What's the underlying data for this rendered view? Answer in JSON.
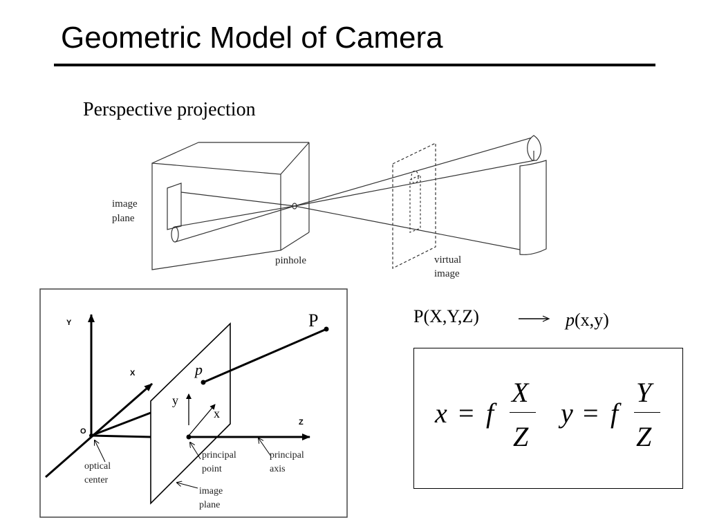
{
  "slide": {
    "title": "Geometric Model of Camera",
    "subtitle": "Perspective projection"
  },
  "top_diagram": {
    "labels": {
      "image_plane_line1": "image",
      "image_plane_line2": "plane",
      "pinhole": "pinhole",
      "virtual_image_line1": "virtual",
      "virtual_image_line2": "image"
    }
  },
  "bottom_diagram": {
    "labels": {
      "axis_y": "Y",
      "axis_x": "X",
      "axis_z": "Z",
      "origin": "O",
      "point_P": "P",
      "point_p": "p",
      "image_y": "y",
      "image_x": "x",
      "optical_center_line1": "optical",
      "optical_center_line2": "center",
      "principal_point_line1": "principal",
      "principal_point_line2": "point",
      "principal_axis_line1": "principal",
      "principal_axis_line2": "axis",
      "image_plane_line1": "image",
      "image_plane_line2": "plane"
    }
  },
  "mapping": {
    "from": "P(X,Y,Z)",
    "to_italic": "p",
    "to_rest": "(x,y)"
  },
  "formula": {
    "x_lhs": "x",
    "equals": "=",
    "f": "f",
    "x_num": "X",
    "x_den": "Z",
    "y_lhs": "y",
    "y_num": "Y",
    "y_den": "Z"
  }
}
